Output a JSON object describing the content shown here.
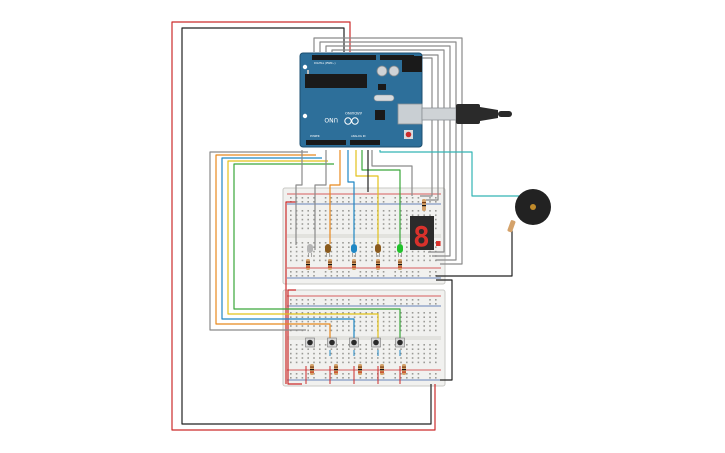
{
  "arduino": {
    "model_label": "UNO",
    "brand_label": "ARDUINO",
    "digital_header_label": "DIGITAL (PWM~)",
    "power_header_label": "POWER",
    "analog_header_label": "ANALOG IN",
    "board_color": "#2d6f9a"
  },
  "seven_segment": {
    "digit": "8.",
    "segment_color": "#d9312b"
  },
  "colors": {
    "wire_red": "#cc2b2b",
    "wire_black": "#222222",
    "wire_gray": "#8a8a8a",
    "wire_blue": "#1f87c4",
    "wire_orange": "#e8891d",
    "wire_yellow": "#e3c21b",
    "wire_green": "#3aa63a",
    "wire_teal": "#33b5b5",
    "breadboard": "#f1f1ef",
    "led_green": "#21c22b",
    "led_blue": "#1f87c4",
    "led_gray": "#b5b5b5",
    "led_brown": "#8a5a1c",
    "buzzer": "#222222"
  },
  "leds": [
    {
      "color_name": "gray"
    },
    {
      "color_name": "brown"
    },
    {
      "color_name": "blue"
    },
    {
      "color_name": "brown"
    },
    {
      "color_name": "green"
    }
  ],
  "buttons": [
    {
      "id": 1
    },
    {
      "id": 2
    },
    {
      "id": 3
    },
    {
      "id": 4
    },
    {
      "id": 5
    }
  ]
}
